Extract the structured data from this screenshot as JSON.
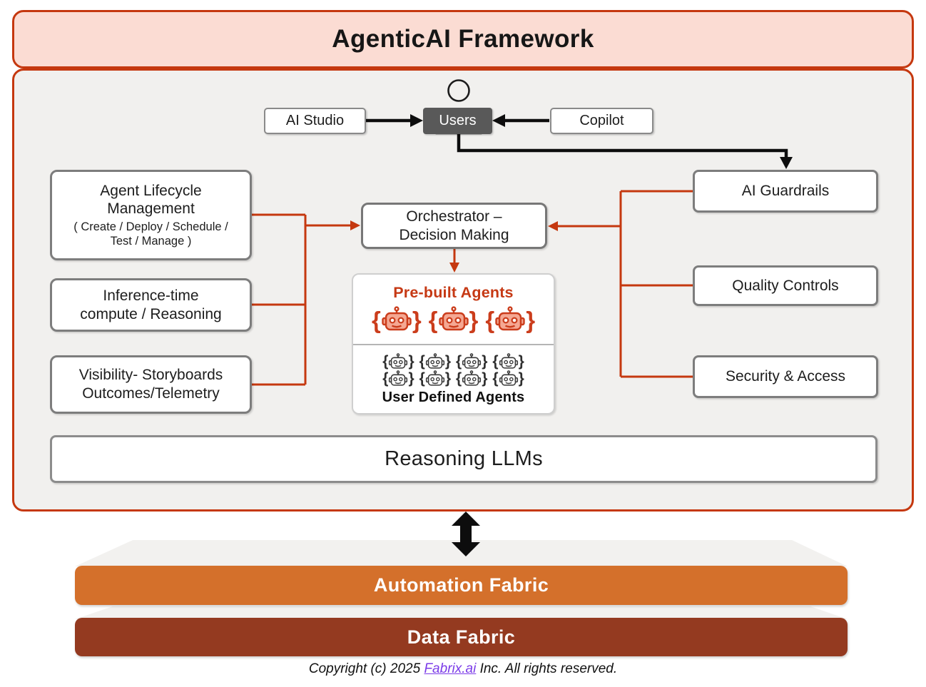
{
  "title": "AgenticAI Framework",
  "top_row": {
    "ai_studio": "AI Studio",
    "users": "Users",
    "copilot": "Copilot"
  },
  "left_column": [
    {
      "line1": "Agent Lifecycle",
      "line2": "Management",
      "sub1": "( Create / Deploy / Schedule /",
      "sub2": "Test / Manage )"
    },
    {
      "line1": "Inference-time",
      "line2": "compute / Reasoning"
    },
    {
      "line1": "Visibility- Storyboards",
      "line2": "Outcomes/Telemetry"
    }
  ],
  "orchestrator": {
    "line1": "Orchestrator –",
    "line2": "Decision Making"
  },
  "agents": {
    "prebuilt_label": "Pre-built Agents",
    "prebuilt_count": 3,
    "user_rows": [
      4,
      4
    ],
    "user_label": "User Defined Agents"
  },
  "right_column": [
    {
      "label": "AI Guardrails"
    },
    {
      "label": "Quality Controls"
    },
    {
      "label": "Security & Access"
    }
  ],
  "reasoning_label": "Reasoning LLMs",
  "fabric": {
    "automation": "Automation Fabric",
    "data": "Data Fabric"
  },
  "footer": {
    "prefix": "Copyright (c) 2025 ",
    "link": "Fabrix.ai",
    "suffix": " Inc. All rights reserved."
  },
  "colors": {
    "accent_red": "#c5380f",
    "banner_bg": "#fbdcd3",
    "panel_bg": "#f1f0ee",
    "users_bg": "#595959",
    "automation_bar": "#d4702b",
    "data_bar": "#943a20",
    "prebuilt_text": "#c63914",
    "robot_fill": "#f5a893",
    "robot_stroke": "#cb3d1c",
    "link": "#7b3be8"
  },
  "icons": [
    "user-icon",
    "robot-agent-icon",
    "up-down-arrow-icon"
  ]
}
